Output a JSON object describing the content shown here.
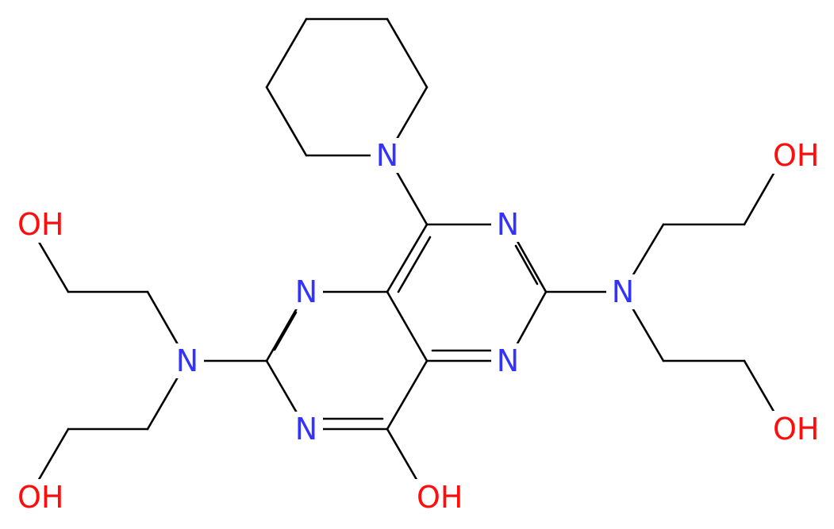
{
  "colors": {
    "background": "#ffffff",
    "bond": "#000000",
    "nitrogen": "#3333ff",
    "oxygen": "#ff0d0d"
  },
  "atoms": {
    "n_piperidine": {
      "text": "N",
      "element": "N"
    },
    "n_ring_top_right": {
      "text": "N",
      "element": "N"
    },
    "n_ring_mid_right": {
      "text": "N",
      "element": "N"
    },
    "n_amine_right": {
      "text": "N",
      "element": "N"
    },
    "n_ring_top_left": {
      "text": "N",
      "element": "N"
    },
    "n_ring_bottom_left": {
      "text": "N",
      "element": "N"
    },
    "n_amine_left": {
      "text": "N",
      "element": "N"
    },
    "oh_bottom": {
      "text": "OH",
      "element": "O"
    },
    "oh_right_top": {
      "text": "OH",
      "element": "O"
    },
    "oh_right_bottom": {
      "text": "OH",
      "element": "O"
    },
    "oh_left_top": {
      "text": "OH",
      "element": "O"
    },
    "oh_left_bottom": {
      "text": "OH",
      "element": "O"
    }
  }
}
